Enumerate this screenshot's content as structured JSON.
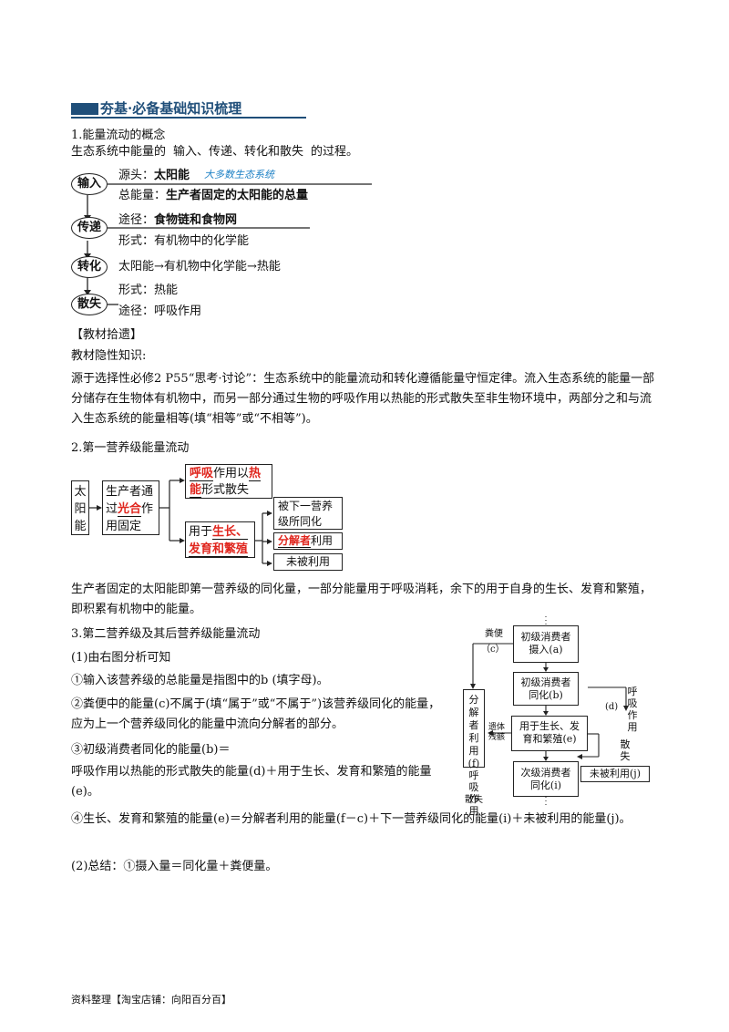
{
  "header": {
    "title": "夯基·必备基础知识梳理",
    "bar_color": "#1f4e79"
  },
  "s1": {
    "title": "1.能量流动的概念",
    "def_prefix": "生态系统中能量的",
    "def_blank": "输入、传递、转化和散失",
    "def_suffix": "的过程。",
    "input": {
      "label": "输入",
      "source_label": "源头：",
      "source_value": "太阳能",
      "handwriting": "大多数生态系统",
      "total_label": "总能量：",
      "total_value": "生产者固定的太阳能的总量"
    },
    "transfer": {
      "label": "传递",
      "path_label": "途径：",
      "path_value": "食物链和食物网",
      "form_label": "形式：",
      "form_value": "有机物中的化学能"
    },
    "convert": {
      "label": "转化",
      "a": "太阳能",
      "b": "有机物中化学能",
      "c": "热能"
    },
    "dissipate": {
      "label": "散失",
      "form_label": "形式：",
      "form_value": "热能",
      "path_label": "途径：",
      "path_value": "呼吸作用"
    },
    "extra_title": "【教材拾遗】",
    "hidden_title": "教材隐性知识:",
    "para": "源于选择性必修2  P55“思考·讨论”：生态系统中的能量流动和转化遵循能量守恒定律。流入生态系统的能量一部分储存在生物体有机物中，而另一部分通过生物的呼吸作用以热能的形式散失至非生物环境中，两部分之和与流入生态系统的能量相等(填“相等”或“不相等”)。"
  },
  "s2": {
    "title": "2.第一营养级能量流动",
    "sun": "太阳能",
    "prod_a": "生产者通",
    "prod_b": "过",
    "prod_red": "光合",
    "prod_c": "作",
    "prod_d": "用固定",
    "resp_red1": "呼吸",
    "resp_a": "作用以",
    "resp_red2": "热",
    "resp_red3": "能",
    "resp_b": "形式散失",
    "use_a": "用于",
    "use_red1": "生长、",
    "use_red2": "发育和繁殖",
    "next": "被下一营养级所同化",
    "decomp_red": "分解者",
    "decomp_b": "利用",
    "unused": "未被利用",
    "para": "生产者固定的太阳能即第一营养级的同化量，一部分能量用于呼吸消耗，余下的用于自身的生长、发育和繁殖，即积累有机物中的能量。"
  },
  "s3": {
    "title": "3.第二营养级及其后营养级能量流动",
    "sub1": "(1)由右图分析可知",
    "i1": "①输入该营养级的总能量是指图中的b  (填字母)。",
    "i2": "②粪便中的能量(c)不属于(填“属于”或“不属于”)该营养级同化的能量，应为上一个营养级同化的能量中流向分解者的部分。",
    "i3a": "③初级消费者同化的能量(b)＝",
    "i3b": "呼吸作用以热能的形式散失的能量(d)＋用于生长、发育和繁殖的能量(e)。",
    "i4": "④生长、发育和繁殖的能量(e)＝分解者利用的能量(f－c)＋下一营养级同化的能量(i)＋未被利用的能量(j)。",
    "sub2": "(2)总结：①摄入量＝同化量＋粪便量。",
    "diagram": {
      "feces": "粪便",
      "feces_c": "（c）",
      "intake": "初级消费者摄入(a)",
      "assim": "初级消费者同化(b)",
      "growth": "用于生长、发育和繁殖(e)",
      "next": "次级消费者同化(i)",
      "unused": "未被利用(j)",
      "remains": "遗体残骸",
      "decomp": "分解者利用(f)",
      "resp_left": "呼吸作用",
      "scatter_left": "散失",
      "resp_right": "呼吸作用",
      "resp_d": "(d)",
      "scatter_right": "散失"
    }
  },
  "footer": {
    "text": "资料整理【淘宝店铺：向阳百分百】"
  }
}
